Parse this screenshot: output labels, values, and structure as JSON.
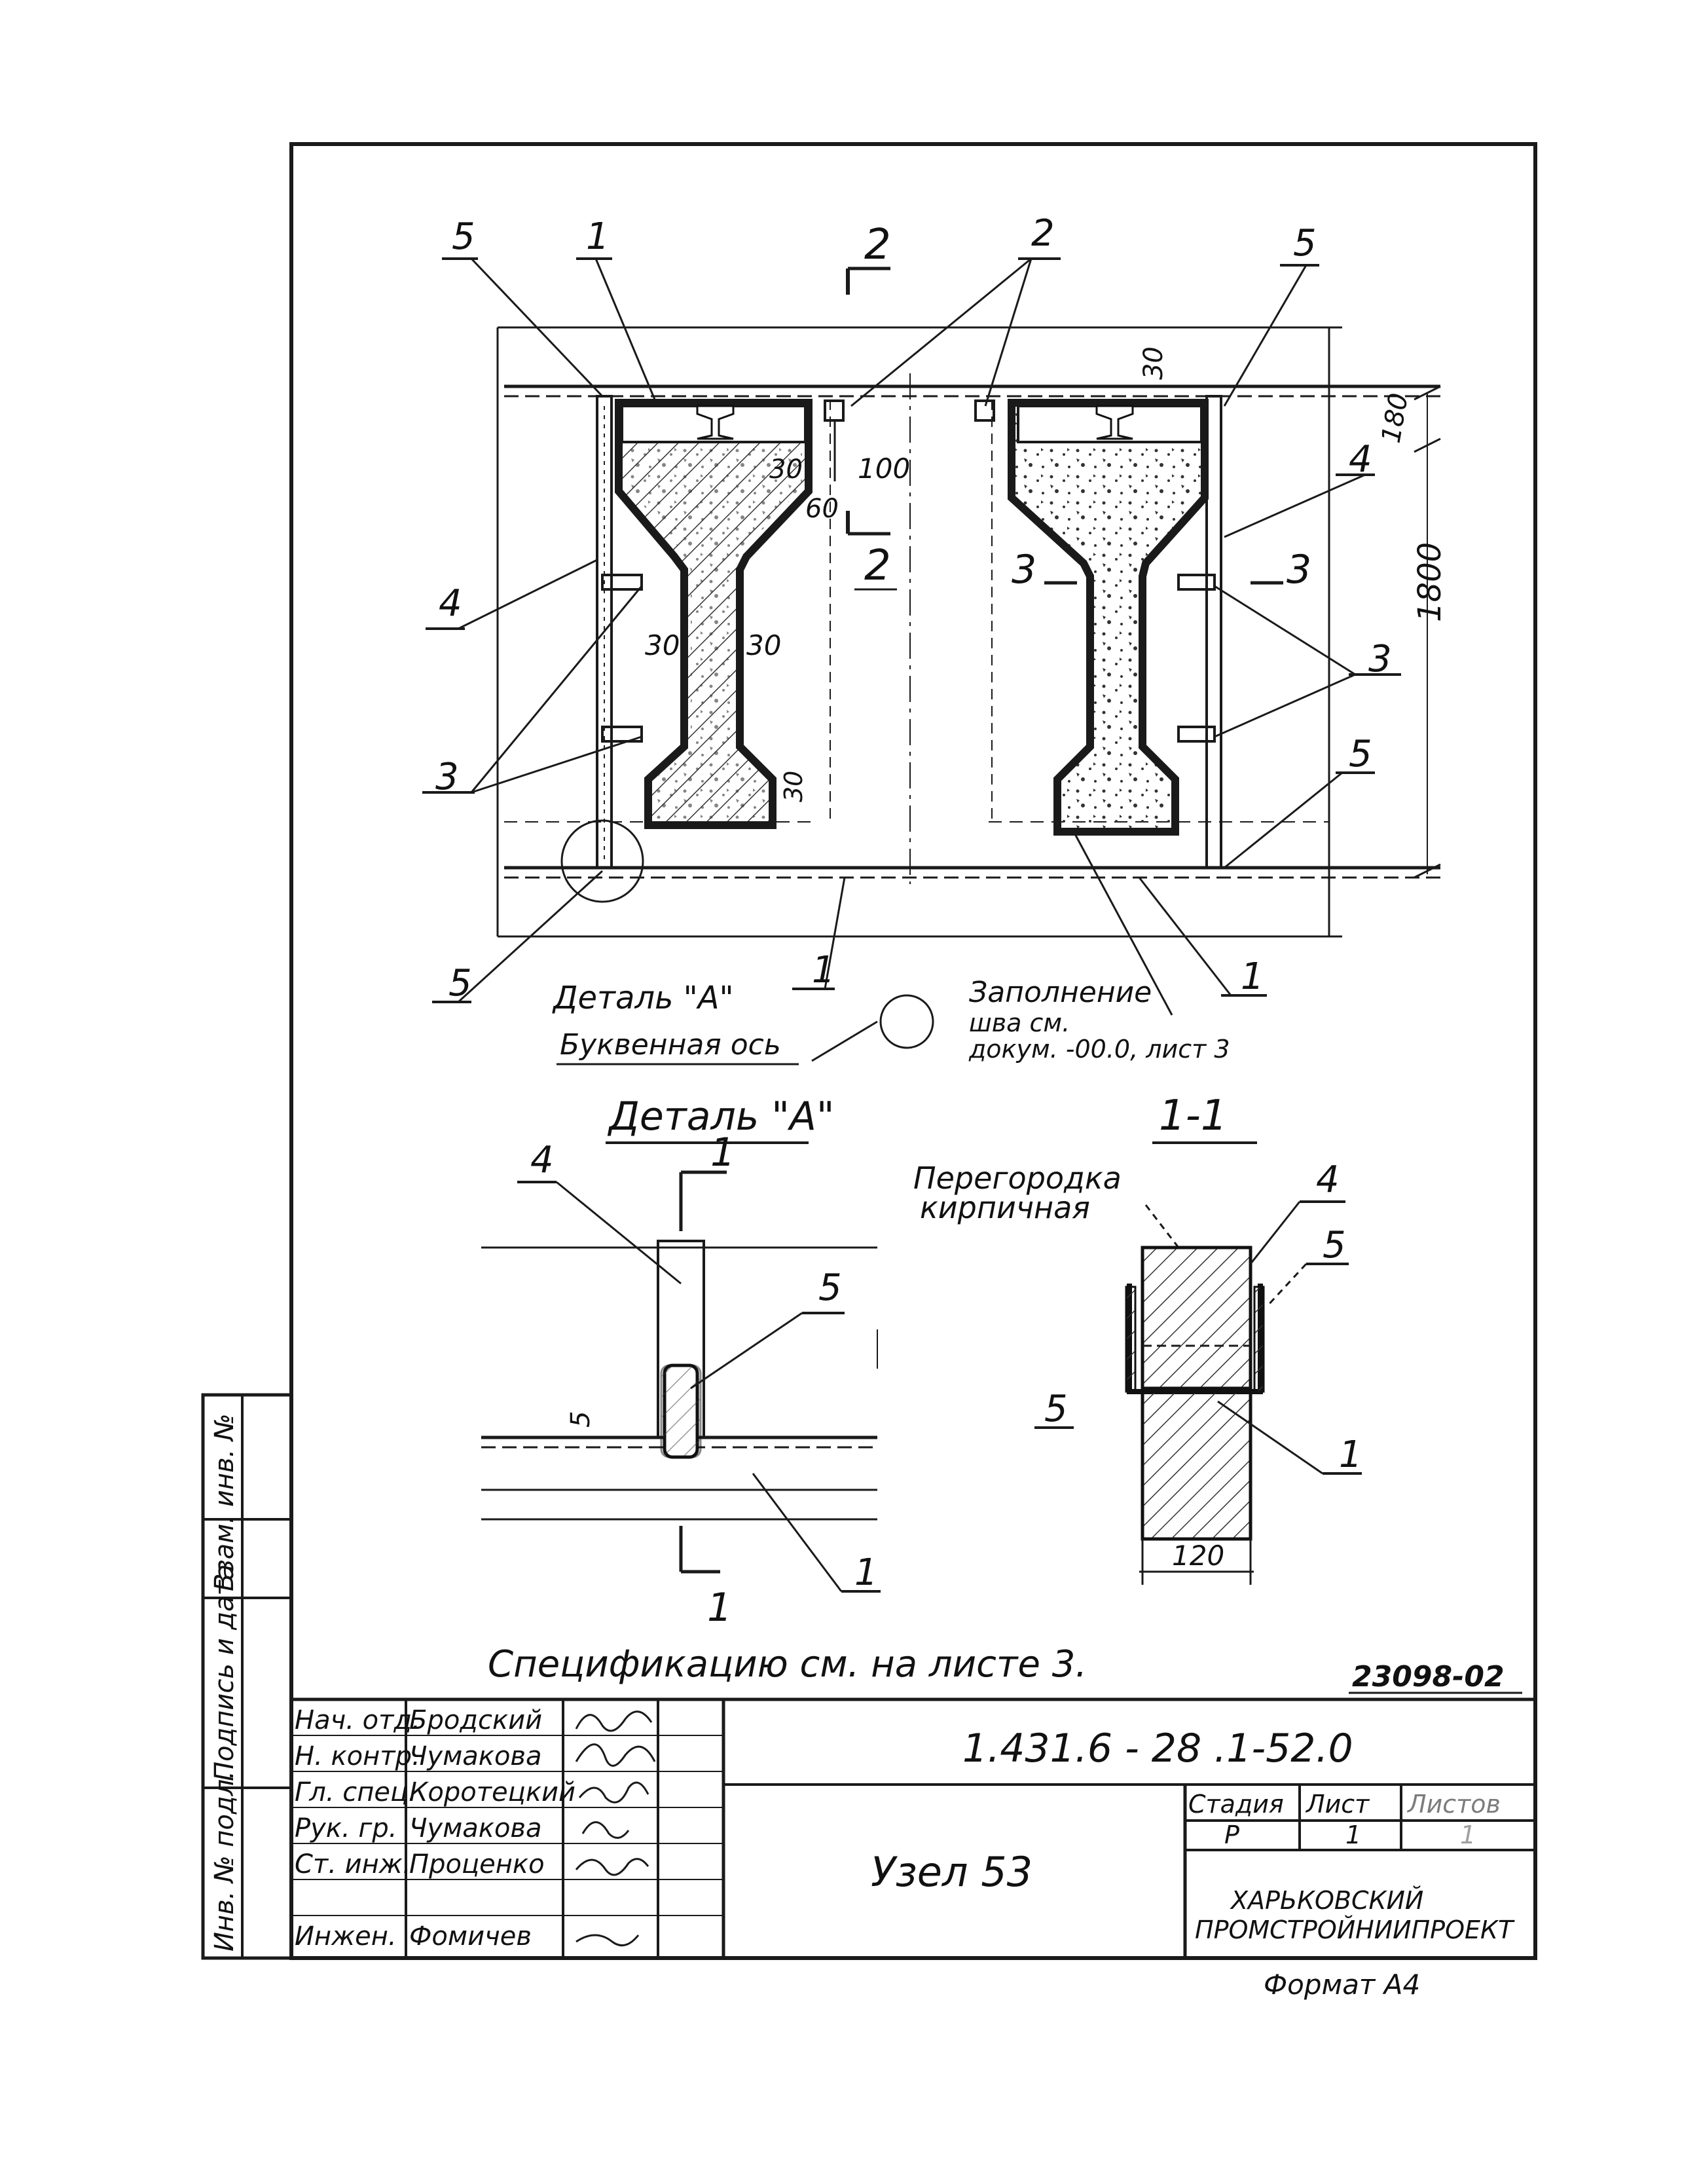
{
  "drawing": {
    "node_title": "Узел 53",
    "doc_code": "1.431.6 - 28 .1-52.0",
    "archive_number": "23098-02",
    "spec_note": "Спецификацию см. на листе 3.",
    "format_label": "Формат А4"
  },
  "main_view": {
    "callouts": [
      "5",
      "1",
      "2",
      "2",
      "5",
      "4",
      "3",
      "5",
      "4",
      "3",
      "5",
      "1",
      "1"
    ],
    "section_marks": {
      "s2_top": "2",
      "s2_bottom": "2",
      "s3_left": "3",
      "s3_right": "3"
    },
    "dims": {
      "d30_top": "30",
      "d180": "180",
      "d1800": "1800",
      "d100": "100",
      "d30_upper": "30",
      "d60": "60",
      "d30_web_l": "30",
      "d30_web_r": "30",
      "d30_bottom": "30"
    },
    "detail_ref": "Деталь \"А\"",
    "axis_note": "Буквенная ось",
    "fill_note_1": "Заполнение",
    "fill_note_2": "шва см.",
    "fill_note_3": "докум. -00.0, лист 3"
  },
  "detail_a": {
    "title": "Деталь \"А\"",
    "section_mark_top": "1",
    "section_mark_bottom": "1",
    "callout_4": "4",
    "callout_5": "5",
    "callout_1": "1",
    "dim_5": "5"
  },
  "section_1_1": {
    "title": "1-1",
    "partition_label_1": "Перегородка",
    "partition_label_2": "кирпичная",
    "callout_4": "4",
    "callout_5_right": "5",
    "callout_5_left": "5",
    "callout_1": "1",
    "dim_120": "120"
  },
  "side_stamp": [
    "Инв. № подл.",
    "Подпись и дата",
    "Взам. инв. №"
  ],
  "title_block": {
    "roles": [
      "Нач. отд.",
      "Н. контр.",
      "Гл. спец.",
      "Рук. гр.",
      "Ст. инж.",
      "",
      "Инжен."
    ],
    "names": [
      "Бродский",
      "Чумакова",
      "Коротецкий",
      "Чумакова",
      "Проценко",
      "",
      "Фомичев"
    ],
    "stage_header": "Стадия",
    "sheet_header": "Лист",
    "sheets_header": "Листов",
    "stage_value": "Р",
    "sheet_value": "1",
    "sheets_value": "1",
    "org_line_1": "ХАРЬКОВСКИЙ",
    "org_line_2": "ПРОМСТРОЙНИИПРОЕКТ"
  }
}
